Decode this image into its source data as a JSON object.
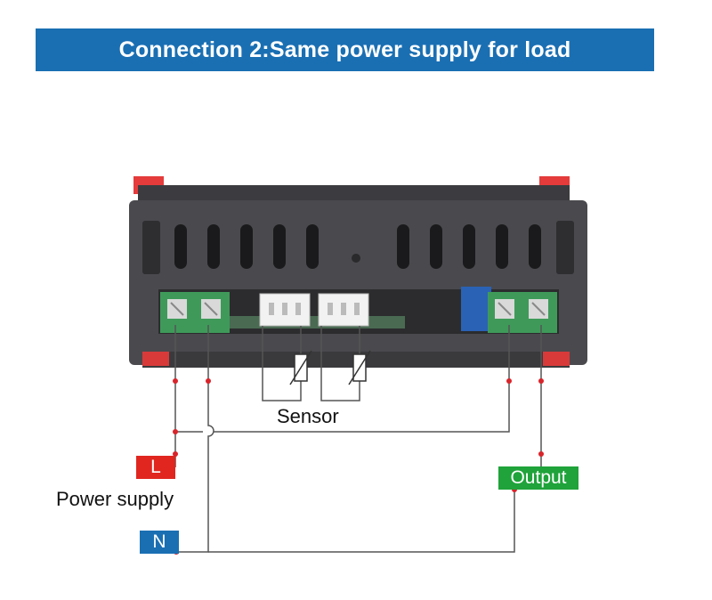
{
  "title": "Connection 2:Same power supply for load",
  "labels": {
    "sensor": "Sensor",
    "live": "L",
    "power_supply": "Power supply",
    "neutral": "N",
    "output": "Output"
  },
  "colors": {
    "banner": "#1a6fb3",
    "live_box": "#e0261f",
    "neutral_box": "#1a6fb3",
    "output_box": "#1fa33a",
    "wire": "#555555",
    "node": "#d8242a",
    "housing": "#4a4a4e",
    "terminal_green": "#3f9a5a",
    "relay_blue": "#2a62b5"
  }
}
